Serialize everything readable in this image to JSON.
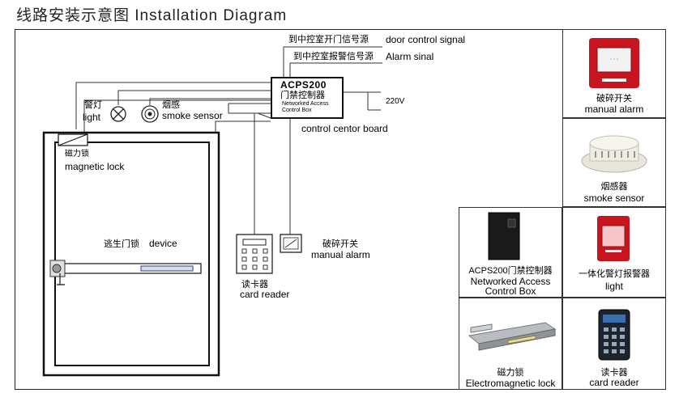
{
  "title": "线路安装示意图  Installation Diagram",
  "signals": {
    "door_cn": "到中控室开门信号源",
    "door_en": "door control signal",
    "alarm_cn": "到中控室报警信号源",
    "alarm_en": "Alarm sinal"
  },
  "controller": {
    "model": "ACPS200",
    "name_cn": "门禁控制器",
    "name_en_1": "Networked Access",
    "name_en_2": "Control Box",
    "board_label": "control centor board",
    "power": "220V"
  },
  "devices": {
    "light_cn": "警灯",
    "light_en": "light",
    "smoke_cn": "烟感",
    "smoke_en": "smoke sensor",
    "lock_cn": "磁力锁",
    "lock_en": "magnetic lock",
    "exit_cn": "逃生门锁",
    "exit_en": "device",
    "reader_cn": "读卡器",
    "reader_en": "card reader",
    "manual_cn": "破碎开关",
    "manual_en": "manual alarm"
  },
  "products": [
    {
      "cn": "破碎开关",
      "en": "manual alarm"
    },
    {
      "cn": "烟感器",
      "en": "smoke sensor"
    },
    {
      "cn": "ACPS200门禁控制器",
      "en": "Networked Access",
      "en2": "Control Box"
    },
    {
      "cn": "一体化警灯报警器",
      "en": "light"
    },
    {
      "cn": "磁力锁",
      "en": "Electromagnetic lock"
    },
    {
      "cn": "读卡器",
      "en": "card reader"
    }
  ],
  "colors": {
    "alarm_red": "#c8141e",
    "reader_blue": "#3a6fb0",
    "wire": "#333333"
  }
}
